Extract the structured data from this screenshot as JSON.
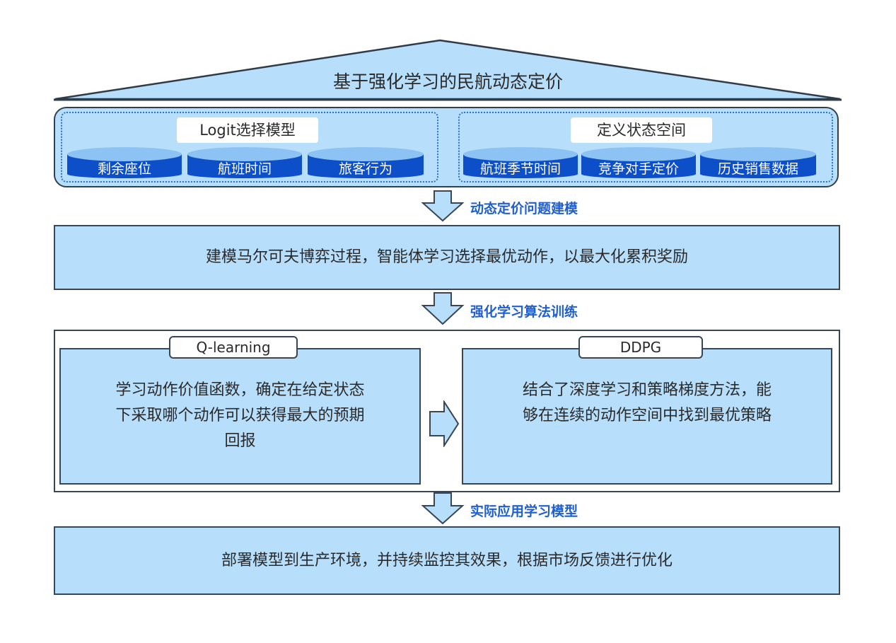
{
  "title": "基于强化学习的民航动态定价",
  "foundation": {
    "groups": [
      {
        "title": "Logit选择模型",
        "items": [
          "剩余座位",
          "航班时间",
          "旅客行为"
        ]
      },
      {
        "title": "定义状态空间",
        "items": [
          "航班季节时间",
          "竞争对手定价",
          "历史销售数据"
        ]
      }
    ]
  },
  "steps": [
    {
      "arrow_label": "动态定价问题建模"
    },
    {
      "arrow_label": "强化学习算法训练"
    },
    {
      "arrow_label": "实际应用学习模型"
    }
  ],
  "modeling_box": "建模马尔可夫博弈过程，智能体学习选择最优动作，以最大化累积奖励",
  "algorithms": [
    {
      "name": "Q-learning",
      "lines": [
        "学习动作价值函数，确定在给定状态",
        "下采取哪个动作可以获得最大的预期",
        "回报"
      ]
    },
    {
      "name": "DDPG",
      "lines": [
        "结合了深度学习和策略梯度方法，能",
        "够在连续的动作空间中找到最优策略"
      ]
    }
  ],
  "deployment_box": "部署模型到生产环境，并持续监控其效果，根据市场反馈进行优化",
  "colors": {
    "box_fill": "#b7defb",
    "cylinder_blue": "#0d4fc9",
    "label_blue": "#1f5fd0",
    "border": "#3a4654"
  }
}
